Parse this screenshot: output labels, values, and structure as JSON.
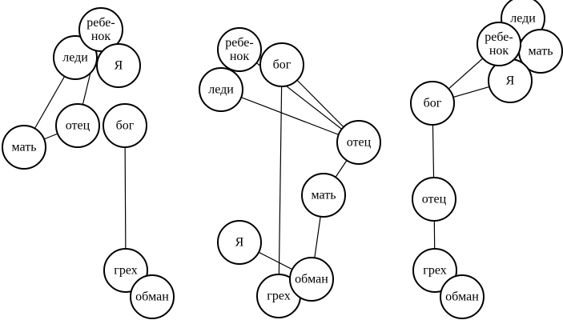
{
  "colors": {
    "background": "#ffffff",
    "stroke": "#000000",
    "node_fill": "#ffffff",
    "text": "#000000"
  },
  "diagrams": [
    {
      "id": "left",
      "nodes": [
        {
          "id": "lady",
          "lines": [
            "леди"
          ]
        },
        {
          "id": "child",
          "lines": [
            "ребе-",
            "нок"
          ]
        },
        {
          "id": "me",
          "lines": [
            "Я"
          ]
        },
        {
          "id": "father",
          "lines": [
            "отец"
          ]
        },
        {
          "id": "god",
          "lines": [
            "бог"
          ]
        },
        {
          "id": "mother",
          "lines": [
            "мать"
          ]
        },
        {
          "id": "sin",
          "lines": [
            "грех"
          ]
        },
        {
          "id": "deceit",
          "lines": [
            "обман"
          ]
        }
      ],
      "edges": [
        [
          "lady",
          "mother"
        ],
        [
          "child",
          "father"
        ],
        [
          "father",
          "mother"
        ],
        [
          "god",
          "sin"
        ]
      ]
    },
    {
      "id": "middle",
      "nodes": [
        {
          "id": "child",
          "lines": [
            "ребе-",
            "нок"
          ]
        },
        {
          "id": "god",
          "lines": [
            "бог"
          ]
        },
        {
          "id": "lady",
          "lines": [
            "леди"
          ]
        },
        {
          "id": "father",
          "lines": [
            "отец"
          ]
        },
        {
          "id": "mother",
          "lines": [
            "мать"
          ]
        },
        {
          "id": "me",
          "lines": [
            "Я"
          ]
        },
        {
          "id": "sin",
          "lines": [
            "грех"
          ]
        },
        {
          "id": "deceit",
          "lines": [
            "обман"
          ]
        }
      ],
      "edges": [
        [
          "child",
          "father"
        ],
        [
          "god",
          "father"
        ],
        [
          "lady",
          "father"
        ],
        [
          "god",
          "sin"
        ],
        [
          "father",
          "mother"
        ],
        [
          "mother",
          "deceit"
        ],
        [
          "me",
          "deceit"
        ]
      ]
    },
    {
      "id": "right",
      "nodes": [
        {
          "id": "lady",
          "lines": [
            "леди"
          ]
        },
        {
          "id": "mother",
          "lines": [
            "мать"
          ]
        },
        {
          "id": "me",
          "lines": [
            "Я"
          ]
        },
        {
          "id": "child",
          "lines": [
            "ребе-",
            "нок"
          ]
        },
        {
          "id": "god",
          "lines": [
            "бог"
          ]
        },
        {
          "id": "father",
          "lines": [
            "отец"
          ]
        },
        {
          "id": "sin",
          "lines": [
            "грех"
          ]
        },
        {
          "id": "deceit",
          "lines": [
            "обман"
          ]
        }
      ],
      "edges": [
        [
          "child",
          "god"
        ],
        [
          "me",
          "god"
        ],
        [
          "god",
          "father"
        ],
        [
          "father",
          "sin"
        ]
      ]
    }
  ]
}
